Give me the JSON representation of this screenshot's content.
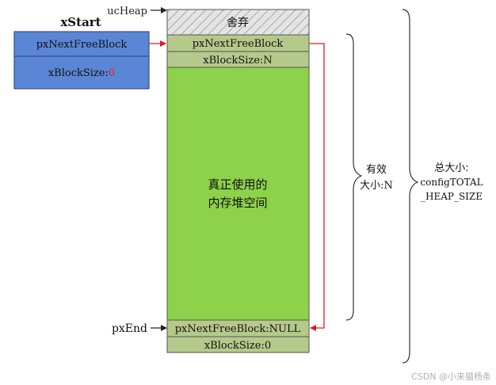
{
  "xstart": {
    "title": "xStart",
    "field_next": "pxNextFreeBlock",
    "field_size_prefix": "xBlockSize:",
    "field_size_value": "0"
  },
  "heap": {
    "ucheap_label": "ucHeap",
    "discard_label": "舍弃",
    "header_next": "pxNextFreeBlock",
    "header_size": "xBlockSize:N",
    "body_line1": "真正使用的",
    "body_line2": "内存堆空间",
    "end_label": "pxEnd",
    "end_next": "pxNextFreeBlock:NULL",
    "end_size": "xBlockSize:0"
  },
  "annotations": {
    "effective_line1": "有效",
    "effective_line2": "大小:N",
    "total_line1": "总大小:",
    "total_line2": "configTOTAL",
    "total_line3": "_HEAP_SIZE"
  },
  "watermark": "CSDN @小来猫杨条",
  "colors": {
    "xstart_fill": "#5b86d6",
    "xstart_stroke": "#2f4f8f",
    "heap_green": "#8ed14a",
    "header_fill": "#b5c98a",
    "hatch_fill": "#d9d9d9",
    "red_arrow": "#d42020",
    "accent_red": "#e0202a"
  }
}
